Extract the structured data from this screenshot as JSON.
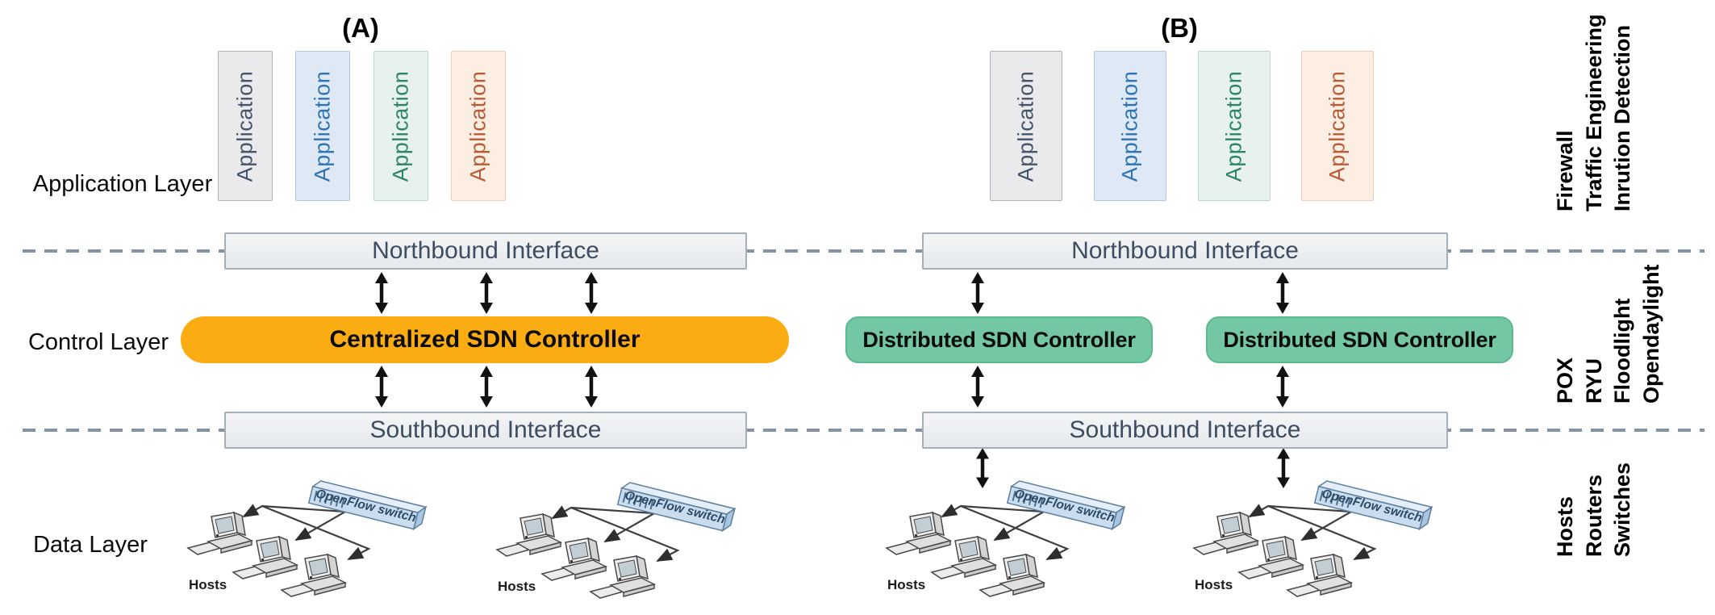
{
  "layer_labels": {
    "application": "Application Layer",
    "control": "Control Layer",
    "data": "Data Layer"
  },
  "panel_a": {
    "title": "(A)",
    "applications": [
      {
        "label": "Application",
        "theme": "gray"
      },
      {
        "label": "Application",
        "theme": "blue"
      },
      {
        "label": "Application",
        "theme": "green"
      },
      {
        "label": "Application",
        "theme": "orange"
      }
    ],
    "northbound_label": "Northbound Interface",
    "controller_label": "Centralized SDN Controller",
    "southbound_label": "Southbound Interface",
    "clusters": [
      {
        "switch_label": "OpenFlow switch",
        "hosts_label": "Hosts"
      },
      {
        "switch_label": "OpenFlow switch",
        "hosts_label": "Hosts"
      }
    ]
  },
  "panel_b": {
    "title": "(B)",
    "applications": [
      {
        "label": "Application",
        "theme": "gray"
      },
      {
        "label": "Application",
        "theme": "blue"
      },
      {
        "label": "Application",
        "theme": "green"
      },
      {
        "label": "Application",
        "theme": "orange"
      }
    ],
    "northbound_label": "Northbound Interface",
    "controller_labels": [
      "Distributed SDN Controller",
      "Distributed SDN Controller"
    ],
    "southbound_label": "Southbound Interface",
    "clusters": [
      {
        "switch_label": "OpenFlow switch",
        "hosts_label": "Hosts"
      },
      {
        "switch_label": "OpenFlow switch",
        "hosts_label": "Hosts"
      }
    ]
  },
  "right_annotations": {
    "application_layer": [
      "Firewall",
      "Traffic Engineering",
      "Inrution Detection"
    ],
    "control_layer": [
      "POX",
      "RYU",
      "Floodlight",
      "Opendaylight"
    ],
    "data_layer": [
      "Hosts",
      "Routers",
      "Switches"
    ]
  },
  "colors": {
    "centralized_controller": "#FBAC13",
    "distributed_controller": "#74C7A3",
    "interface_bar": "#EBEDF0",
    "separator_dash": "#8293A6",
    "arrow": "#111111",
    "app_gray_text": "#44546A",
    "app_blue_text": "#2E74B5",
    "app_green_text": "#2E8468",
    "app_orange_text": "#B85C35",
    "switch_fill": "#C9DDEF"
  }
}
